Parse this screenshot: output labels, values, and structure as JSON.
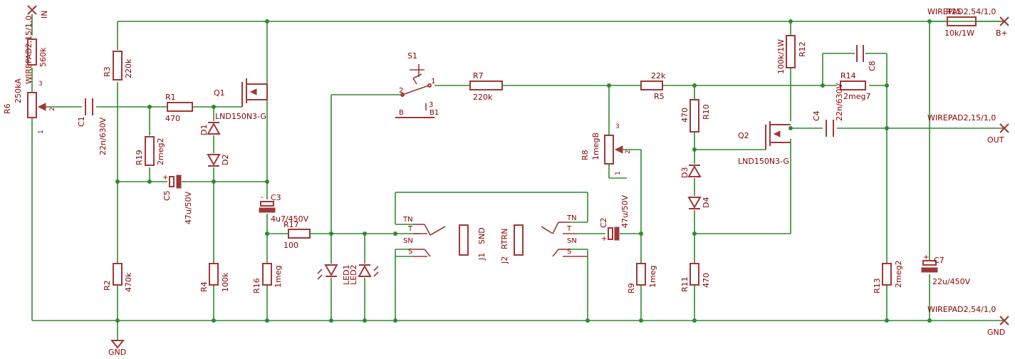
{
  "pads": {
    "in_name": "WIREPAD2,15/1,0",
    "in_label": "IN",
    "bplus_name": "WIREPAD2,54/1,0",
    "bplus_label": "B+",
    "out_name": "WIREPAD2,15/1,0",
    "out_label": "OUT",
    "gnd_name": "WIREPAD2,54/1,0",
    "gnd_label": "GND"
  },
  "gnd_symbol_label": "GND",
  "components": {
    "R1": {
      "name": "R1",
      "value": "470"
    },
    "R2": {
      "name": "R2",
      "value": "470k"
    },
    "R3": {
      "name": "R3",
      "value": "220k"
    },
    "R4": {
      "name": "R4",
      "value": "100k"
    },
    "R5": {
      "name": "R5",
      "value": "22k"
    },
    "R6": {
      "name": "R6",
      "value": "250kA",
      "pin1": "1",
      "pin2": "2",
      "pin3": "3"
    },
    "R7": {
      "name": "R7",
      "value": "220k"
    },
    "R8": {
      "name": "R8",
      "value": "1megB",
      "pin1": "1",
      "pin2": "2",
      "pin3": "3"
    },
    "R9": {
      "name": "R9",
      "value": "1meg"
    },
    "R10": {
      "name": "R10",
      "value": "470"
    },
    "R11": {
      "name": "R11",
      "value": "470"
    },
    "R12": {
      "name": "R12",
      "value": "100k/1W"
    },
    "R13": {
      "name": "R13",
      "value": "2meg2"
    },
    "R14": {
      "name": "R14",
      "value": "2meg7"
    },
    "R15": {
      "name": "R15",
      "value": "10k/1W"
    },
    "R16": {
      "name": "R16",
      "value": "1meg"
    },
    "R17": {
      "name": "R17",
      "value": "100"
    },
    "R18": {
      "name": "R18",
      "value": "560k"
    },
    "R19": {
      "name": "R19",
      "value": "2meg2"
    },
    "C1": {
      "name": "C1",
      "value": "22n/630V"
    },
    "C2": {
      "name": "C2",
      "value": "47u/50V"
    },
    "C3": {
      "name": "C3",
      "value": "4u7/450V"
    },
    "C4": {
      "name": "C4",
      "value": "22n/630V"
    },
    "C5": {
      "name": "C5",
      "value": "47u/50V"
    },
    "C7": {
      "name": "C7",
      "value": "22u/450V"
    },
    "C8": {
      "name": "C8",
      "value": ""
    },
    "D1": {
      "name": "D1"
    },
    "D2": {
      "name": "D2"
    },
    "D3": {
      "name": "D3"
    },
    "D4": {
      "name": "D4"
    },
    "LED1": {
      "name": "LED1"
    },
    "LED2": {
      "name": "LED2"
    },
    "Q1": {
      "name": "Q1",
      "value": "LND150N3-G"
    },
    "Q2": {
      "name": "Q2",
      "value": "LND150N3-G"
    },
    "S1": {
      "name": "S1",
      "pin1": "1",
      "pin2": "2",
      "pin3": "3",
      "label_b": "B",
      "label_b1": "B1"
    },
    "J1": {
      "name": "J1",
      "value": "SND",
      "tn": "TN",
      "t": "T",
      "sn": "SN",
      "s": "S"
    },
    "J2": {
      "name": "J2",
      "value": "RTRN",
      "tn": "TN",
      "t": "T",
      "sn": "SN",
      "s": "S"
    }
  }
}
